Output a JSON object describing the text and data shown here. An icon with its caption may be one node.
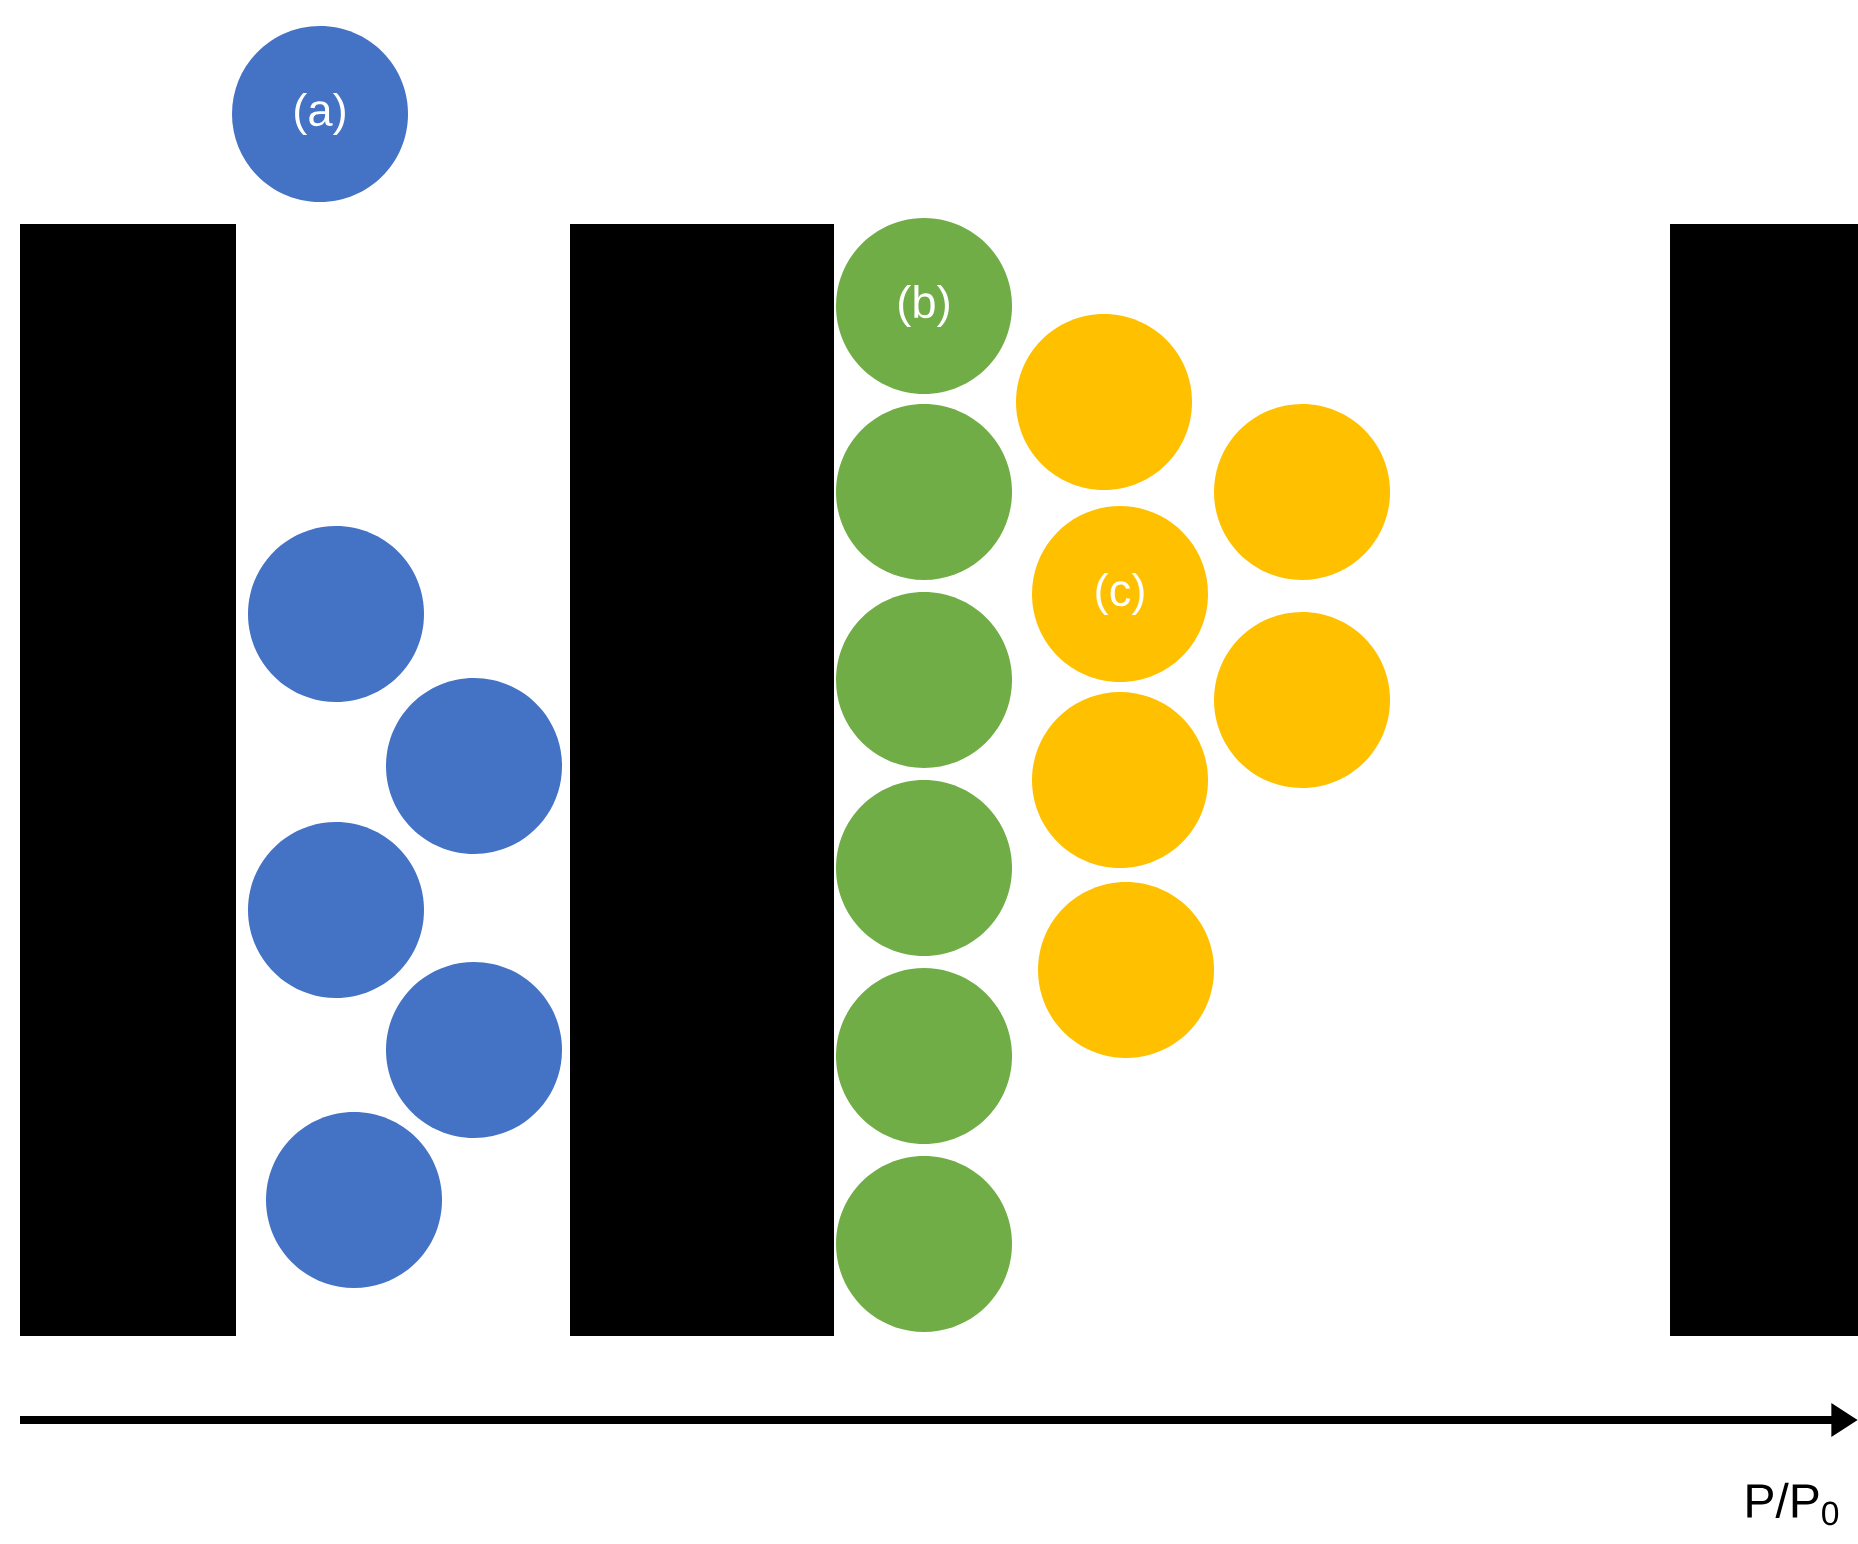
{
  "diagram": {
    "nodes": [
      {
        "text": [
          "(a)"
        ]
      },
      {
        "text": [],
        "shape": "circle"
      },
      {
        "text": [],
        "shape": "circle"
      },
      {
        "text": [],
        "shape": "circle"
      },
      {
        "text": [],
        "shape": "circle"
      },
      {
        "text": [],
        "shape": "circle"
      },
      {
        "text": [
          "(b)"
        ]
      },
      {
        "text": [],
        "shape": "circle"
      },
      {
        "text": [],
        "shape": "circle"
      },
      {
        "text": [],
        "shape": "circle"
      },
      {
        "text": [],
        "shape": "circle"
      },
      {
        "text": [],
        "shape": "circle"
      },
      {
        "text": [],
        "shape": "circle"
      },
      {
        "text": [],
        "shape": "circle"
      },
      {
        "text": [
          "(c)"
        ]
      },
      {
        "text": [],
        "shape": "circle"
      },
      {
        "text": [],
        "shape": "circle"
      },
      {
        "text": [],
        "shape": "circle"
      }
    ],
    "labels": [
      "P/P$_{0}$"
    ]
  }
}
